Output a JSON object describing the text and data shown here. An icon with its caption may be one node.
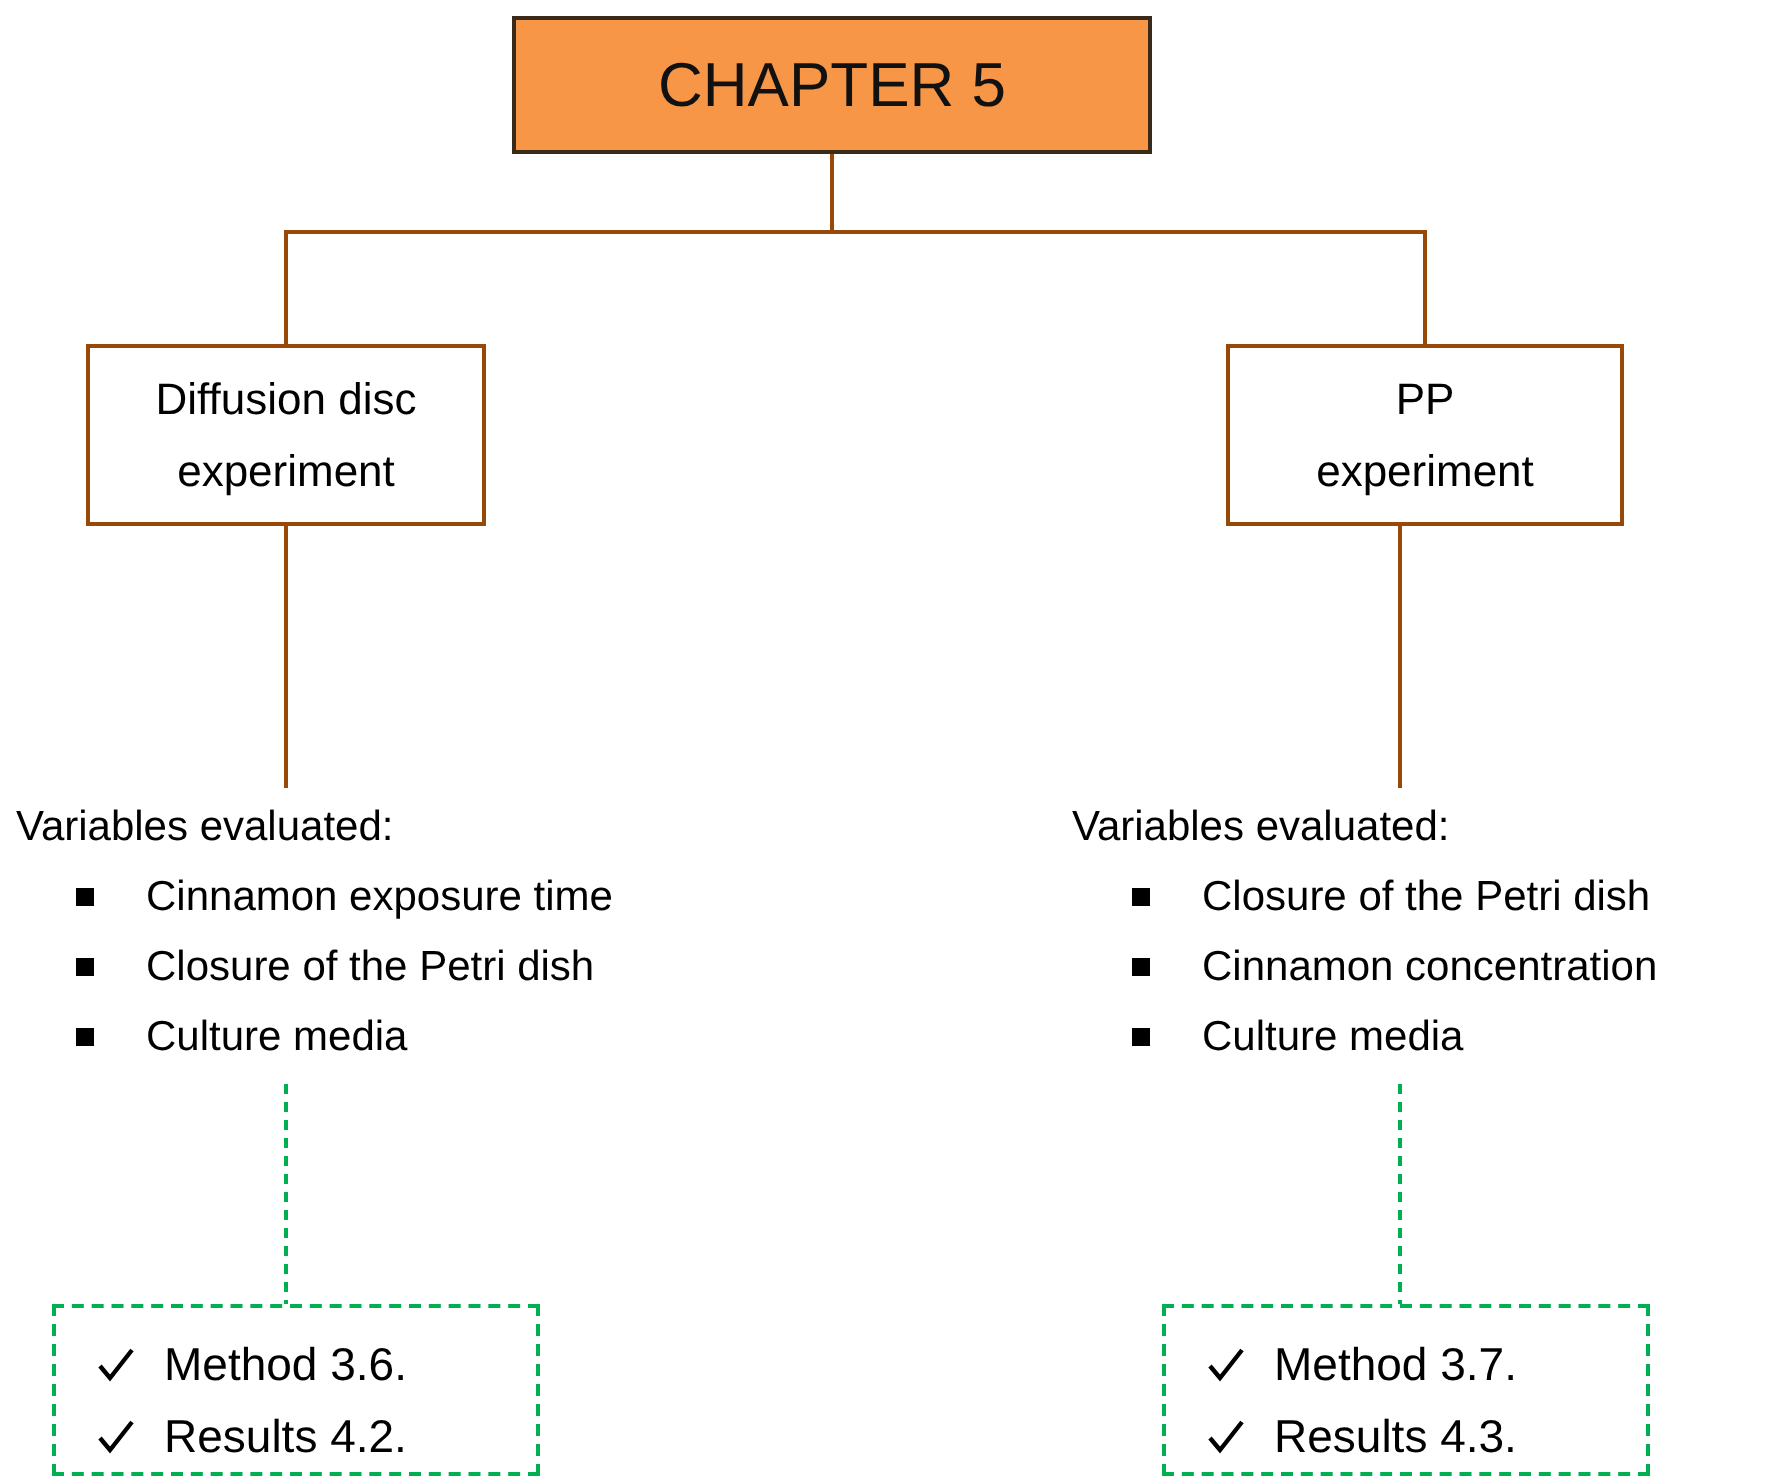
{
  "diagram": {
    "nodes": [
      {
        "text": [
          "CHAPTER 5"
        ]
      },
      {
        "text": [
          "Diffusion disc experiment"
        ]
      },
      {
        "text": [
          "PP experiment"
        ]
      },
      {
        "text": [
          "Variables evaluated:",
          "Cinnamon exposure time",
          "Closure of the Petri dish",
          "Culture media"
        ]
      },
      {
        "text": [
          "Variables evaluated:",
          "Closure of the Petri dish",
          "Cinnamon concentration",
          "Culture media"
        ]
      },
      {
        "text": [
          "Method 3.6.",
          "Results 4.2."
        ]
      },
      {
        "text": [
          "Method 3.7.",
          "Results 4.3."
        ]
      }
    ],
    "edges": [
      {
        "from": 0,
        "to": 1,
        "arrow": "none"
      },
      {
        "from": 0,
        "to": 2,
        "arrow": "none"
      },
      {
        "from": 1,
        "to": 3,
        "arrow": "none"
      },
      {
        "from": 2,
        "to": 4,
        "arrow": "none"
      },
      {
        "from": 3,
        "to": 5,
        "arrow": "none",
        "style": "dashed",
        "color": "#00b050"
      },
      {
        "from": 4,
        "to": 6,
        "arrow": "none",
        "style": "dashed",
        "color": "#00b050"
      }
    ]
  }
}
